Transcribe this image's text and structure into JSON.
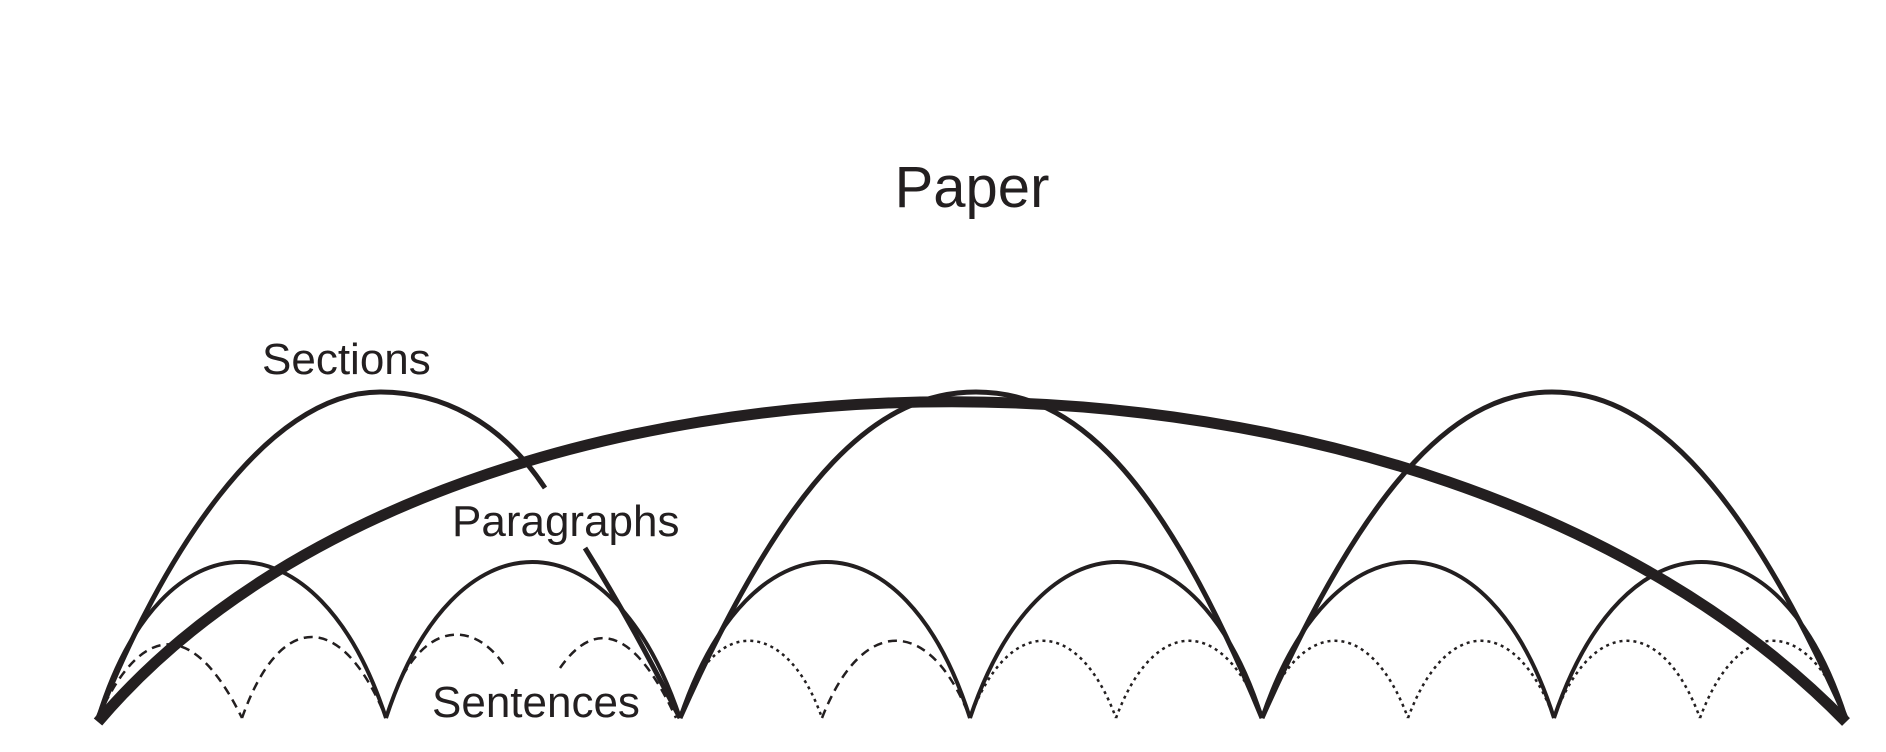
{
  "diagram": {
    "labels": {
      "paper": "Paper",
      "sections": "Sections",
      "paragraphs": "Paragraphs",
      "sentences": "Sentences"
    },
    "colors": {
      "ink": "#231f20",
      "background": "#ffffff"
    },
    "hierarchy": {
      "paper_count": 1,
      "section_count": 3,
      "paragraph_count": 6,
      "sentence_count": 12
    }
  }
}
